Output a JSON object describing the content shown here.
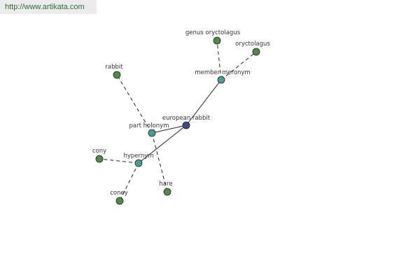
{
  "banner": {
    "url_text": "http://www.artikata.com"
  },
  "colors": {
    "center_node": "#3b4b8c",
    "relation_node": "#4a9a96",
    "word_node": "#4e8b45",
    "edge": "#222222",
    "banner_bg": "#ececec",
    "banner_text": "#2f6b2f"
  },
  "graph": {
    "nodes": [
      {
        "id": "european-rabbit",
        "label": "european rabbit",
        "kind": "center"
      },
      {
        "id": "member-meronym",
        "label": "member meronym",
        "kind": "relation"
      },
      {
        "id": "part-holonym",
        "label": "part holonym",
        "kind": "relation"
      },
      {
        "id": "hypernym",
        "label": "hypernym",
        "kind": "relation"
      },
      {
        "id": "genus-oryctolagus",
        "label": "genus oryctolagus",
        "kind": "word"
      },
      {
        "id": "oryctolagus",
        "label": "oryctolagus",
        "kind": "word"
      },
      {
        "id": "rabbit",
        "label": "rabbit",
        "kind": "word"
      },
      {
        "id": "hare",
        "label": "hare",
        "kind": "word"
      },
      {
        "id": "cony",
        "label": "cony",
        "kind": "word"
      },
      {
        "id": "coney",
        "label": "coney",
        "kind": "word"
      }
    ],
    "edges": [
      {
        "from": "european-rabbit",
        "to": "member-meronym",
        "style": "solid"
      },
      {
        "from": "european-rabbit",
        "to": "part-holonym",
        "style": "solid"
      },
      {
        "from": "european-rabbit",
        "to": "hypernym",
        "style": "solid"
      },
      {
        "from": "member-meronym",
        "to": "genus-oryctolagus",
        "style": "dashed"
      },
      {
        "from": "member-meronym",
        "to": "oryctolagus",
        "style": "dashed"
      },
      {
        "from": "part-holonym",
        "to": "rabbit",
        "style": "dashed"
      },
      {
        "from": "part-holonym",
        "to": "hare",
        "style": "dashed"
      },
      {
        "from": "hypernym",
        "to": "cony",
        "style": "dashed"
      },
      {
        "from": "hypernym",
        "to": "coney",
        "style": "dashed"
      }
    ]
  }
}
